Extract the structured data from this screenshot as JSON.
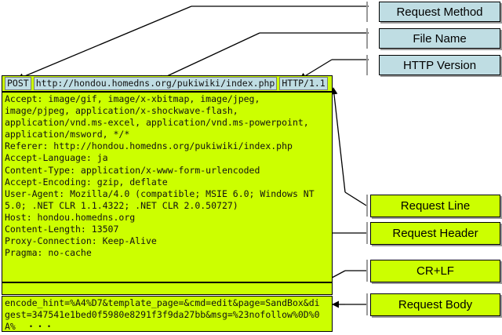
{
  "diagram": {
    "title": "HTTP Request Message Structure",
    "colors": {
      "packet_background": "#ccff00",
      "token_background": "#bfdde3",
      "label_blue": "#bfdde3",
      "label_green": "#ccff00",
      "outline": "#000000",
      "shadow": "#9a9a9a"
    }
  },
  "request_line": {
    "method": "POST",
    "file_name": "http://hondou.homedns.org/pukiwiki/index.php",
    "http_version": "HTTP/1.1"
  },
  "request_header": {
    "text": "Accept: image/gif, image/x-xbitmap, image/jpeg,\nimage/pjpeg, application/x-shockwave-flash,\napplication/vnd.ms-excel, application/vnd.ms-powerpoint,\napplication/msword, */*\nReferer: http://hondou.homedns.org/pukiwiki/index.php\nAccept-Language: ja\nContent-Type: application/x-www-form-urlencoded\nAccept-Encoding: gzip, deflate\nUser-Agent: Mozilla/4.0 (compatible; MSIE 6.0; Windows NT\n5.0; .NET CLR 1.1.4322; .NET CLR 2.0.50727)\nHost: hondou.homedns.org\nContent-Length: 13507\nProxy-Connection: Keep-Alive\nPragma: no-cache",
    "lines": [
      "Accept: image/gif, image/x-xbitmap, image/jpeg,",
      "image/pjpeg, application/x-shockwave-flash,",
      "application/vnd.ms-excel, application/vnd.ms-powerpoint,",
      "application/msword, */*",
      "Referer: http://hondou.homedns.org/pukiwiki/index.php",
      "Accept-Language: ja",
      "Content-Type: application/x-www-form-urlencoded",
      "Accept-Encoding: gzip, deflate",
      "User-Agent: Mozilla/4.0 (compatible; MSIE 6.0; Windows NT",
      "5.0; .NET CLR 1.1.4322; .NET CLR 2.0.50727)",
      "Host: hondou.homedns.org",
      "Content-Length: 13507",
      "Proxy-Connection: Keep-Alive",
      "Pragma: no-cache"
    ]
  },
  "crlf": {
    "text": ""
  },
  "request_body": {
    "text": "encode_hint=%A4%D7&template_page=&cmd=edit&page=SandBox&di\ngest=347541e1bed0f5980e8291f3f9da27bb&msg=%23nofollow%0D%0\nA%  ・・・",
    "lines": [
      "encode_hint=%A4%D7&template_page=&cmd=edit&page=SandBox&di",
      "gest=347541e1bed0f5980e8291f3f9da27bb&msg=%23nofollow%0D%0",
      "A%  ・・・"
    ]
  },
  "labels": [
    {
      "id": "request-method",
      "text": "Request Method",
      "style": "blue"
    },
    {
      "id": "file-name",
      "text": "File Name",
      "style": "blue"
    },
    {
      "id": "http-version",
      "text": "HTTP Version",
      "style": "blue"
    },
    {
      "id": "request-line",
      "text": "Request Line",
      "style": "green"
    },
    {
      "id": "request-header",
      "text": "Request Header",
      "style": "green"
    },
    {
      "id": "crlf",
      "text": "CR+LF",
      "style": "green"
    },
    {
      "id": "request-body",
      "text": "Request Body",
      "style": "green"
    }
  ]
}
